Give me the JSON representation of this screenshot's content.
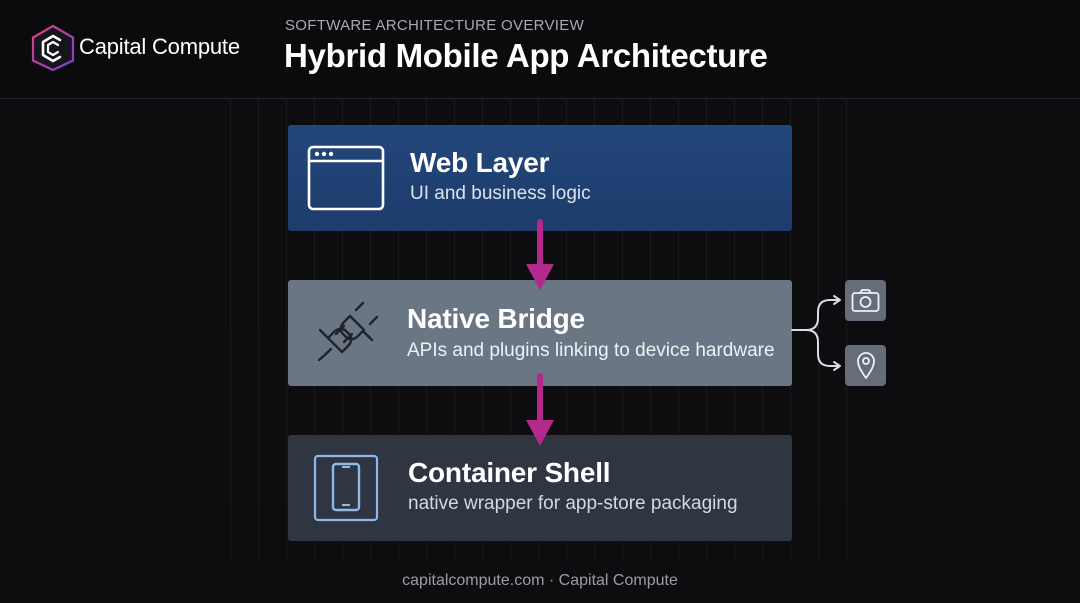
{
  "header": {
    "brand_name": "Capital Compute",
    "eyebrow": "SOFTWARE ARCHITECTURE OVERVIEW",
    "title": "Hybrid Mobile App Architecture"
  },
  "layers": [
    {
      "title": "Web Layer",
      "subtitle": "UI and business logic",
      "icon": "browser-window-icon",
      "color": "#1f3f70"
    },
    {
      "title": "Native Bridge",
      "subtitle": "APIs and plugins linking to device hardware",
      "icon": "plug-connector-icon",
      "color": "#6b7685"
    },
    {
      "title": "Container Shell",
      "subtitle": "native wrapper for app-store packaging",
      "icon": "smartphone-icon",
      "color": "#2f3541"
    }
  ],
  "devices": [
    {
      "icon": "camera-icon"
    },
    {
      "icon": "location-pin-icon"
    }
  ],
  "colors": {
    "arrow": "#b3288a",
    "background": "#0d0d10",
    "logo_gradient": [
      "#e2417a",
      "#7b3fd0"
    ]
  },
  "footer": {
    "text": "capitalcompute.com · Capital Compute"
  }
}
